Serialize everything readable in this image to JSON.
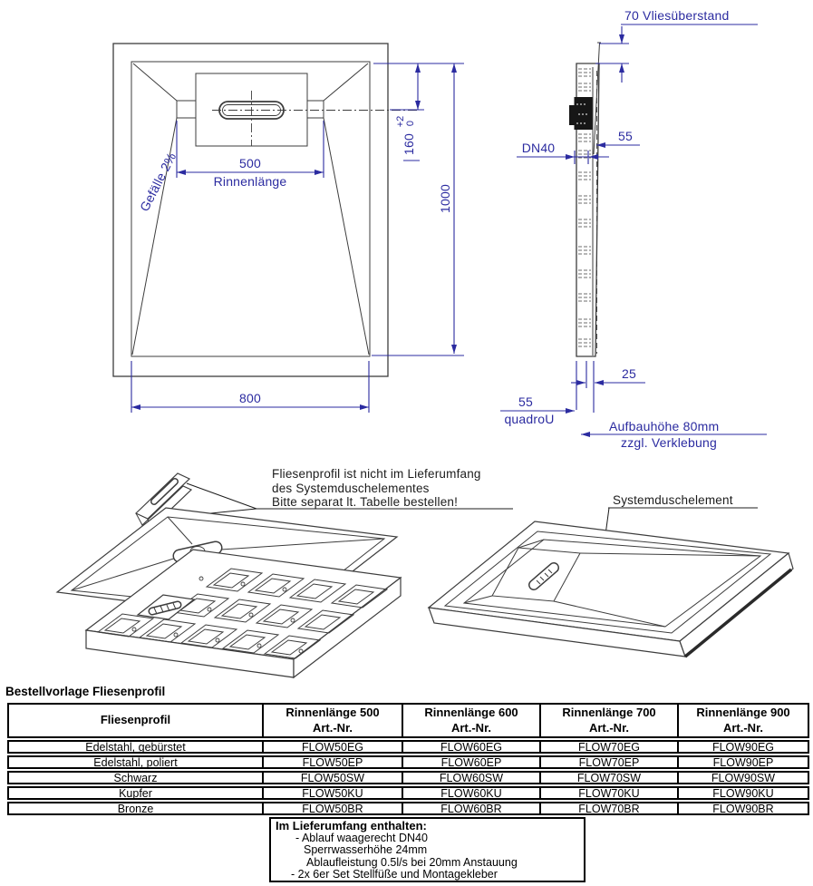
{
  "colors": {
    "dimension_blue": "#2b2ba0",
    "drawing_line": "#3d3d3d",
    "text_black": "#1a1a1a"
  },
  "top_view": {
    "slope_label": "Gefälle 2%",
    "channel_dim": "500",
    "channel_label": "Rinnenlänge",
    "width_dim": "800",
    "drain_offset_dim": "160",
    "tolerance_upper": "+2",
    "tolerance_lower": "0",
    "length_dim": "1000"
  },
  "side_view": {
    "fleece_label": "70 Vliesüberstand",
    "drain_label": "DN40",
    "thickness_top_dim": "55",
    "edge_dim": "25",
    "thickness_bottom_dim": "55",
    "system_label": "quadroU",
    "height_label_line1": "Aufbauhöhe 80mm",
    "height_label_line2": "zzgl. Verklebung"
  },
  "exploded_view": {
    "note_line1": "Fliesenprofil ist nicht im Lieferumfang",
    "note_line2": "des Systemduschelementes",
    "note_line3": "Bitte separat lt. Tabelle bestellen!"
  },
  "assembled_view": {
    "label": "Systemduschelement"
  },
  "order_table": {
    "title": "Bestellvorlage Fliesenprofil",
    "col_header": "Fliesenprofil",
    "headers": [
      {
        "line1": "Rinnenlänge 500",
        "line2": "Art.-Nr."
      },
      {
        "line1": "Rinnenlänge 600",
        "line2": "Art.-Nr."
      },
      {
        "line1": "Rinnenlänge 700",
        "line2": "Art.-Nr."
      },
      {
        "line1": "Rinnenlänge 900",
        "line2": "Art.-Nr."
      }
    ],
    "rows": [
      {
        "label": "Edelstahl, gebürstet",
        "values": [
          "FLOW50EG",
          "FLOW60EG",
          "FLOW70EG",
          "FLOW90EG"
        ]
      },
      {
        "label": "Edelstahl, poliert",
        "values": [
          "FLOW50EP",
          "FLOW60EP",
          "FLOW70EP",
          "FLOW90EP"
        ]
      },
      {
        "label": "Schwarz",
        "values": [
          "FLOW50SW",
          "FLOW60SW",
          "FLOW70SW",
          "FLOW90SW"
        ]
      },
      {
        "label": "Kupfer",
        "values": [
          "FLOW50KU",
          "FLOW60KU",
          "FLOW70KU",
          "FLOW90KU"
        ]
      },
      {
        "label": "Bronze",
        "values": [
          "FLOW50BR",
          "FLOW60BR",
          "FLOW70BR",
          "FLOW90BR"
        ]
      }
    ]
  },
  "scope_box": {
    "title": "Im Lieferumfang enthalten:",
    "items": [
      "- Ablauf waagerecht DN40",
      "Sperrwasserhöhe 24mm",
      "Ablaufleistung 0.5l/s bei 20mm Anstauung",
      "- 2x 6er Set Stellfüße und Montagekleber"
    ]
  }
}
